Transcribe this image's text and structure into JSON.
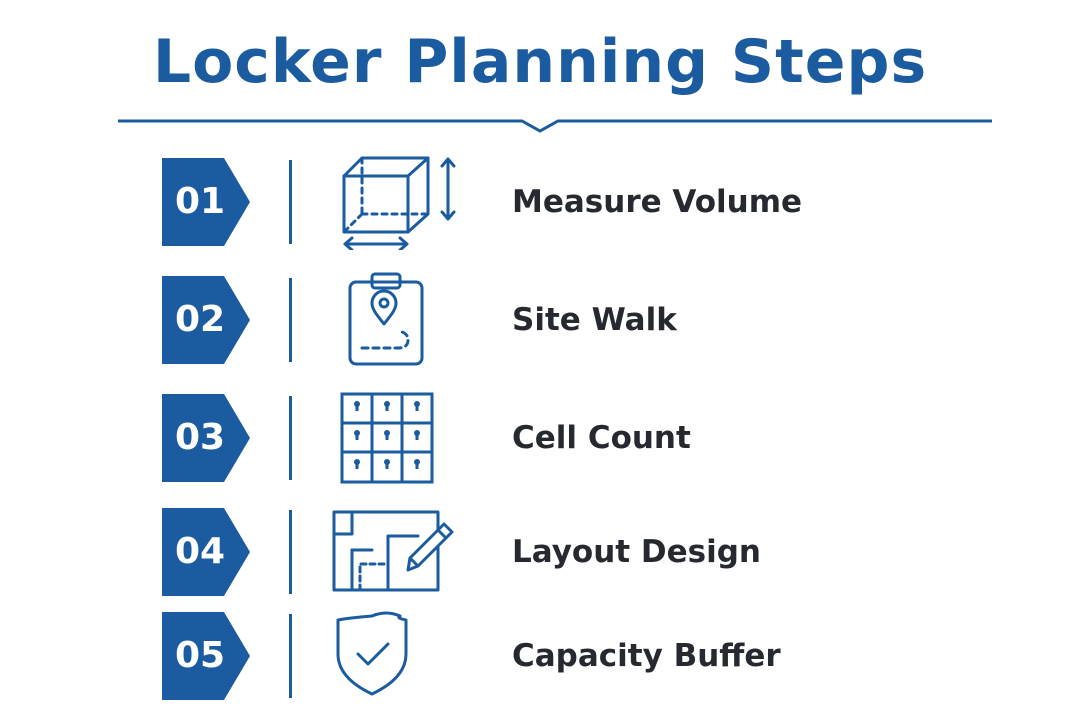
{
  "title": "Locker Planning Steps",
  "colors": {
    "accent": "#1b5b9f",
    "text": "#262a30",
    "background": "#ffffff"
  },
  "steps": [
    {
      "number": "01",
      "label": "Measure Volume",
      "icon": "cube-dimensions-icon"
    },
    {
      "number": "02",
      "label": "Site Walk",
      "icon": "clipboard-map-pin-icon"
    },
    {
      "number": "03",
      "label": "Cell Count",
      "icon": "locker-grid-icon"
    },
    {
      "number": "04",
      "label": "Layout Design",
      "icon": "floor-plan-pencil-icon"
    },
    {
      "number": "05",
      "label": "Capacity Buffer",
      "icon": "shield-check-icon"
    }
  ]
}
